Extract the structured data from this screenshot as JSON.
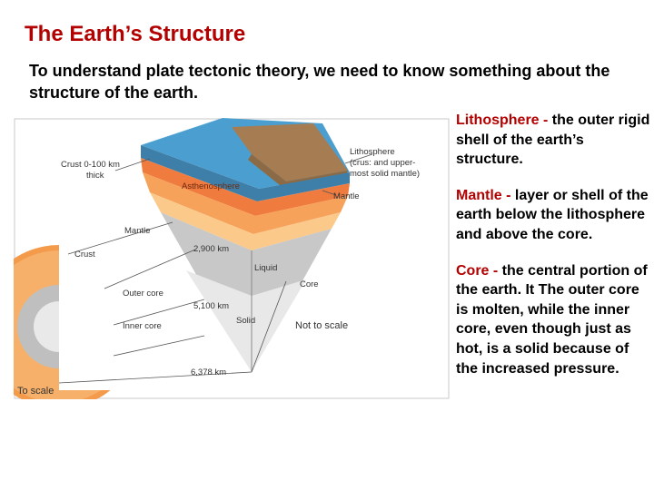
{
  "title": "The Earth’s Structure",
  "intro": "To understand plate tectonic theory, we need to know something about the structure of the earth.",
  "definitions": [
    {
      "term": "Lithosphere -",
      "text": " the outer rigid shell of the earth’s structure."
    },
    {
      "term": "Mantle -",
      "text": " layer or shell of the earth below the lithosphere and above the core."
    },
    {
      "term": "Core -",
      "text": " the central portion of the earth. It The outer core is molten, while the inner core, even though just as hot, is a solid because of the increased pressure."
    }
  ],
  "diagram": {
    "labels": {
      "crust_thick_1": "Crust 0-100 km",
      "crust_thick_2": "thick",
      "lithosphere_1": "Lithosphere",
      "lithosphere_2": "(crus: and upper-",
      "lithosphere_3": "most solid mantle)",
      "asthenosphere": "Asthenosphere",
      "mantle_right": "Mantle",
      "mantle_left": "Mantle",
      "depth_2900": "2,900 km",
      "crust": "Crust",
      "liquid": "Liquid",
      "outer_core": "Outer core",
      "core": "Core",
      "depth_5100": "5,100 km",
      "inner_core": "Inner core",
      "solid": "Solid",
      "not_to_scale": "Not to scale",
      "depth_6378": "6,378 km",
      "to_scale": "To scale"
    },
    "colors": {
      "title_red": "#b30000",
      "ocean": "#4a9fd0",
      "crust_brown": "#a67c52",
      "asthenosphere": "#f07b3f",
      "mantle_light": "#fbc98a",
      "outer_core": "#c8c8c8",
      "inner_core": "#e8e8e8"
    }
  }
}
